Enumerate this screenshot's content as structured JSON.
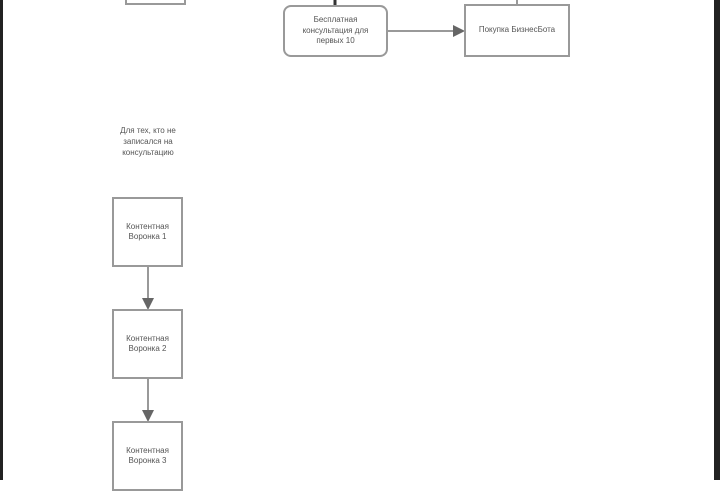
{
  "nodes": {
    "free_consult": "Бесплатная консультация для первых 10",
    "purchase": "Покупка БизнесБота",
    "note": "Для тех, кто не записался на консультацию",
    "funnel1": "Контентная Воронка 1",
    "funnel2": "Контентная Воронка 2",
    "funnel3": "Контентная Воронка 3"
  }
}
